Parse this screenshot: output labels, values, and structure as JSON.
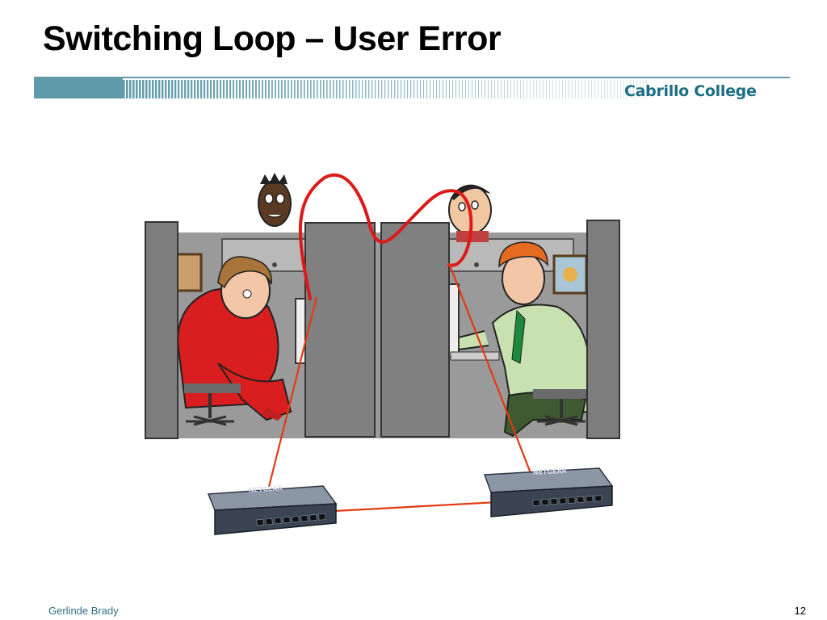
{
  "slide": {
    "title": "Switching Loop – User Error",
    "college": "Cabrillo College",
    "author": "Gerlinde Brady",
    "page_number": "12"
  },
  "colors": {
    "band": "#5e9aa8",
    "college_text": "#1d6e84",
    "author_text": "#2f6f7f",
    "cable": "#e23a12",
    "loop": "#dd1a1a",
    "cubicle": "#808080"
  },
  "illustration": {
    "devices": [
      "netgear-switch",
      "netgear-switch"
    ],
    "people": 4,
    "switch_label": "NETGEAR"
  }
}
